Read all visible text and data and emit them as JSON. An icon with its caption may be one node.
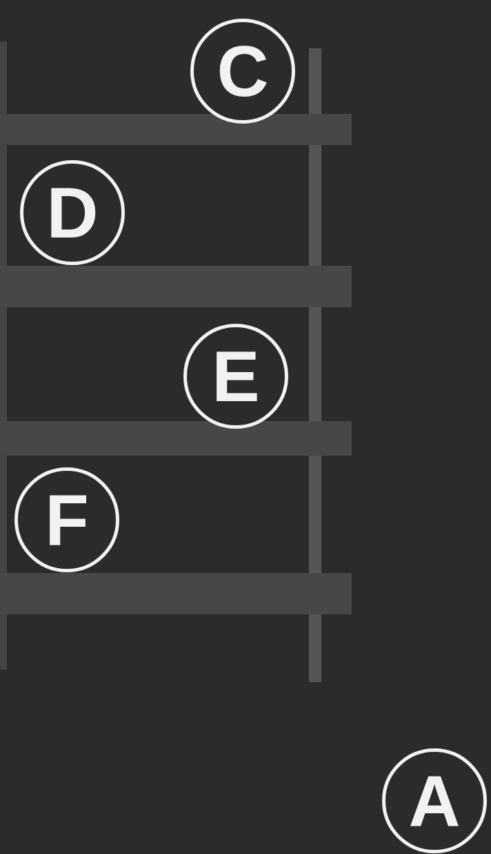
{
  "diagram": {
    "labels": [
      "C",
      "D",
      "E",
      "F",
      "A"
    ]
  }
}
